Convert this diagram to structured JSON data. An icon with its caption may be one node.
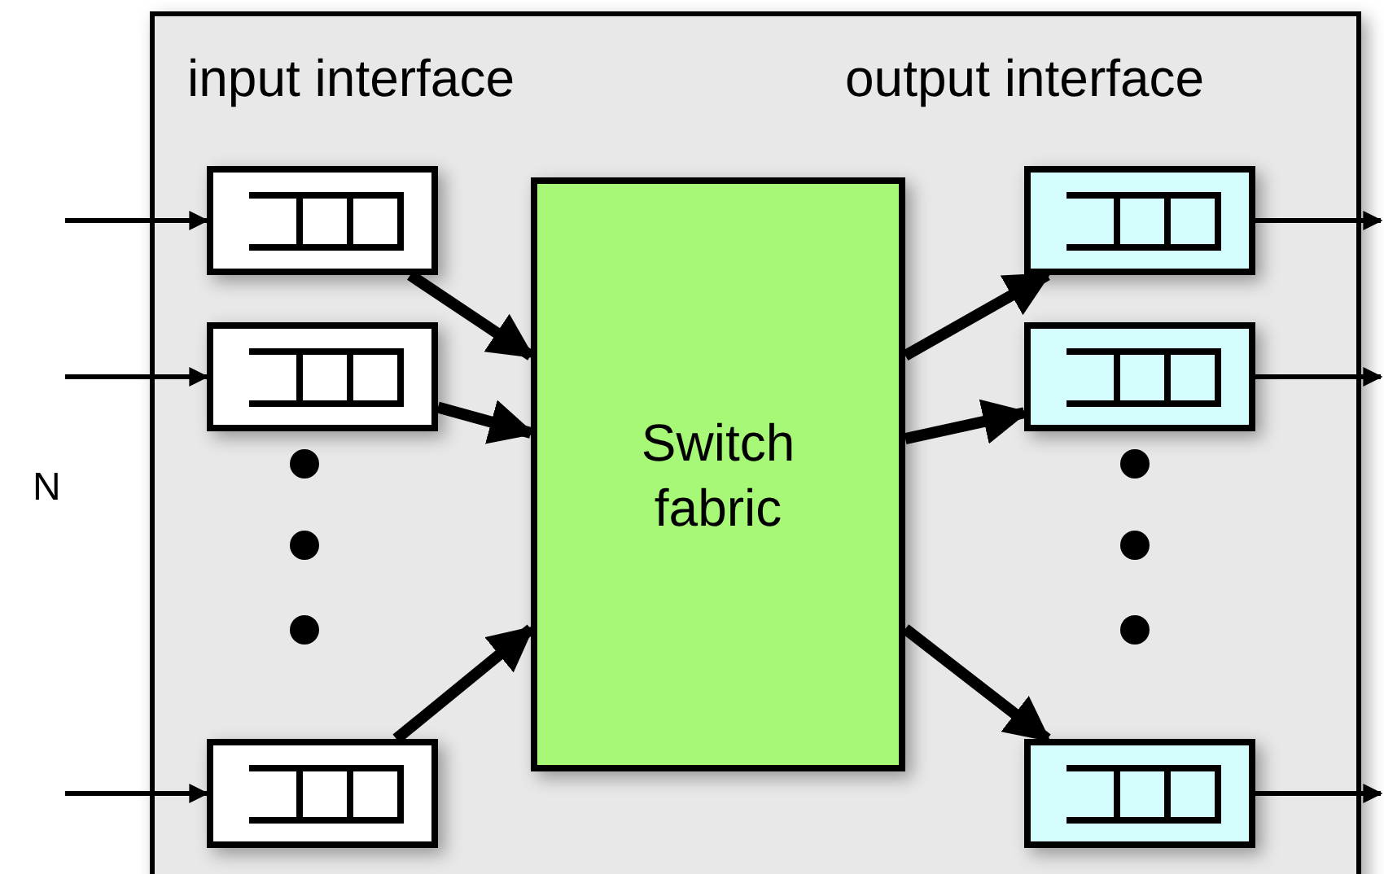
{
  "diagram": {
    "nodes": [
      {
        "text": [
          "input interface",
          "output interface"
        ]
      },
      {
        "text": [],
        "shape": "box",
        "in": 0
      },
      {
        "text": [],
        "shape": "box",
        "in": 0
      },
      {
        "text": [],
        "shape": "box",
        "in": 0
      },
      {
        "text": [
          "Switch fabric"
        ],
        "in": 0
      },
      {
        "text": [],
        "shape": "box",
        "in": 0
      },
      {
        "text": [],
        "shape": "box",
        "in": 0
      },
      {
        "text": [],
        "shape": "box",
        "in": 0
      }
    ],
    "edges": [
      {
        "from": null,
        "to": 1,
        "arrow": "to"
      },
      {
        "from": null,
        "to": 2,
        "arrow": "to"
      },
      {
        "from": null,
        "to": 3,
        "arrow": "to"
      },
      {
        "from": 1,
        "to": 4,
        "arrow": "to",
        "style": "thick"
      },
      {
        "from": 2,
        "to": 4,
        "arrow": "to",
        "style": "thick"
      },
      {
        "from": 3,
        "to": 4,
        "arrow": "to",
        "style": "thick"
      },
      {
        "from": 4,
        "to": 5,
        "arrow": "to",
        "style": "thick"
      },
      {
        "from": 4,
        "to": 6,
        "arrow": "to",
        "style": "thick"
      },
      {
        "from": 4,
        "to": 7,
        "arrow": "to",
        "style": "thick"
      },
      {
        "from": 5,
        "to": null,
        "arrow": "to"
      },
      {
        "from": 6,
        "to": null,
        "arrow": "to"
      },
      {
        "from": 7,
        "to": null,
        "arrow": "to"
      }
    ],
    "labels": [
      "N"
    ]
  }
}
